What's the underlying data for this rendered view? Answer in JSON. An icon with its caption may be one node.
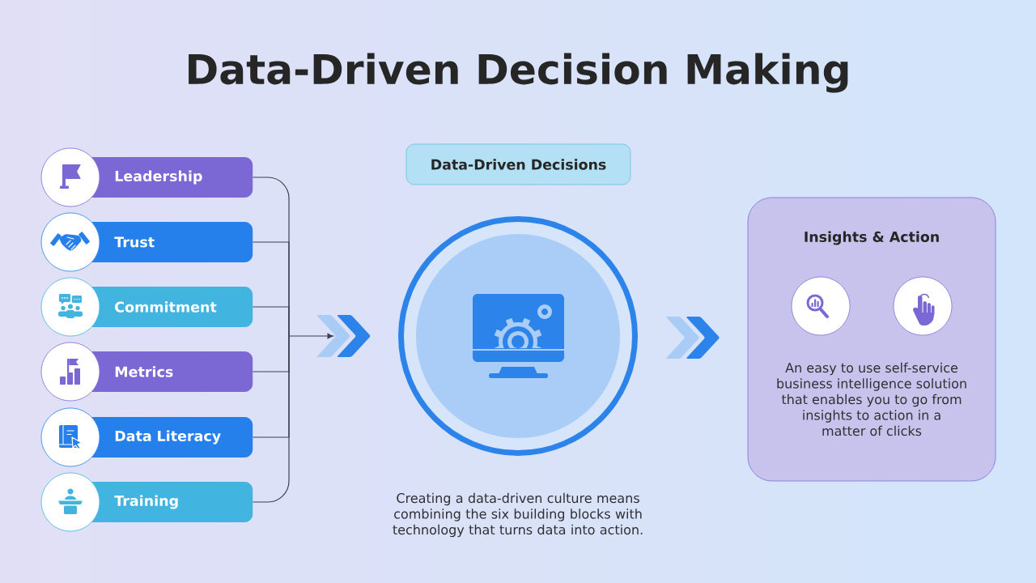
{
  "diagram": {
    "title": "Data-Driven Decision Making",
    "nodes": [
      {
        "text": [
          "Leadership"
        ]
      },
      {
        "text": [
          "Trust"
        ]
      },
      {
        "text": [
          "Commitment"
        ]
      },
      {
        "text": [
          "Metrics"
        ]
      },
      {
        "text": [
          "Data Literacy"
        ]
      },
      {
        "text": [
          "Training"
        ]
      },
      {
        "text": [
          "Data-Driven Decisions"
        ]
      },
      {
        "text": [],
        "shape": "circle",
        "beside": [
          "Creating a data-driven culture means combining the six building blocks with technology that turns data into action."
        ]
      },
      {
        "text": [
          "Insights & Action",
          "An easy to use self-service business intelligence solution that enables you to go from insights to action in a matter of clicks"
        ]
      }
    ],
    "edges": [
      {
        "from": 0,
        "to": 7,
        "arrow": "to"
      },
      {
        "from": 1,
        "to": 7,
        "arrow": "to"
      },
      {
        "from": 2,
        "to": 7,
        "arrow": "to"
      },
      {
        "from": 3,
        "to": 7,
        "arrow": "to"
      },
      {
        "from": 4,
        "to": 7,
        "arrow": "to"
      },
      {
        "from": 5,
        "to": 7,
        "arrow": "to"
      },
      {
        "from": 7,
        "to": 8,
        "arrow": "to"
      }
    ]
  }
}
